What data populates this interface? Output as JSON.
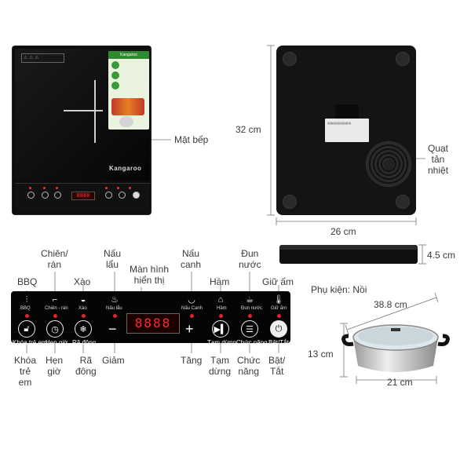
{
  "top": {
    "brand": "Kangaroo",
    "display": "8888",
    "label_surface": "Mặt bếp"
  },
  "dimensions": {
    "height": "32 cm",
    "width": "26 cm",
    "thickness": "4.5 cm",
    "pot_width": "38.8 cm",
    "pot_height": "13 cm",
    "pot_base": "21 cm"
  },
  "bottom": {
    "label_fan": [
      "Quạt",
      "tản",
      "nhiệt"
    ]
  },
  "panel": {
    "display": "8888",
    "small_labels": {
      "bbq": "BBQ",
      "chien": "Chiên - rán",
      "xao": "Xào",
      "nau_lau": "Nấu lẩu",
      "nau_canh": "Nấu Canh",
      "ham": "Hầm",
      "dun_nuoc": "Đun nước",
      "giu_am": "Giữ ấm"
    },
    "button_labels": {
      "khoa": "Khóa trẻ em",
      "hen_gio": "Hẹn giờ",
      "ra_dong": "Rã đông",
      "tam_dung": "Tạm dừng",
      "chuc_nang": "Chức năng",
      "bat_tat": "Bật/Tắt"
    }
  },
  "callouts": {
    "bbq": "BBQ",
    "chien": [
      "Chiên/",
      "rán"
    ],
    "xao": "Xào",
    "nau_lau": [
      "Nấu",
      "lẩu"
    ],
    "man_hinh": [
      "Màn hình",
      "hiển thị"
    ],
    "nau_canh": [
      "Nấu",
      "canh"
    ],
    "ham": "Hầm",
    "dun_nuoc": [
      "Đun",
      "nước"
    ],
    "giu_am": "Giữ ấm",
    "khoa": [
      "Khóa",
      "trẻ",
      "em"
    ],
    "hen_gio": [
      "Hẹn",
      "giờ"
    ],
    "ra_dong": [
      "Rã",
      "đông"
    ],
    "giam": "Giảm",
    "tang": "Tăng",
    "tam_dung": [
      "Tạm",
      "dừng"
    ],
    "chuc_nang": [
      "Chức",
      "năng"
    ],
    "bat_tat": [
      "Bật/",
      "Tắt"
    ],
    "phu_kien": "Phụ kiện: Nồi"
  },
  "colors": {
    "led": "#e0242a",
    "panel": "#050505",
    "line": "#666666"
  }
}
